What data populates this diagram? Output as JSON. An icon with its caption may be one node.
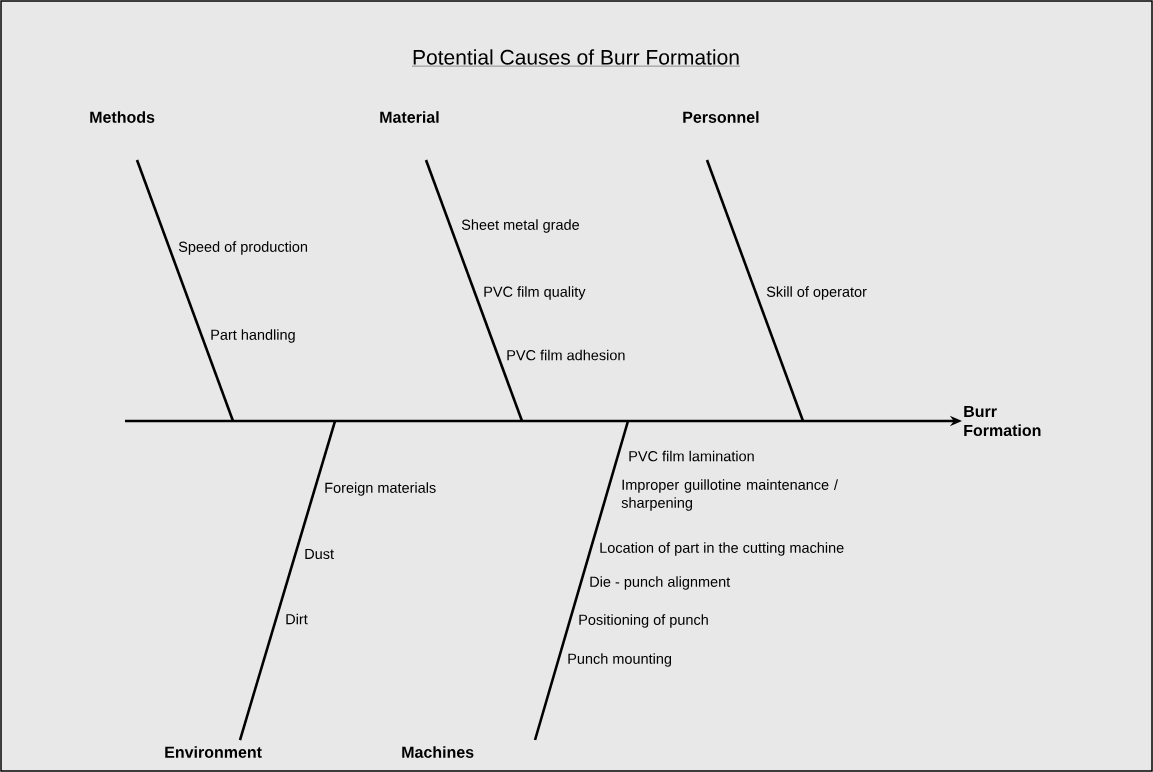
{
  "diagram": {
    "title": "Potential Causes of Burr Formation",
    "nodes": [
      {
        "text": [
          "Methods"
        ]
      },
      {
        "text": [
          "Material"
        ]
      },
      {
        "text": [
          "Personnel"
        ]
      },
      {
        "text": [
          "Burr Formation"
        ]
      },
      {
        "text": [
          "Environment"
        ]
      },
      {
        "text": [
          "Machines"
        ]
      }
    ],
    "edges": [
      {
        "from": null,
        "to": 3,
        "arrow": "to"
      },
      {
        "from": 0,
        "to": null,
        "arrow": "none"
      },
      {
        "from": 1,
        "to": null,
        "arrow": "none"
      },
      {
        "from": 2,
        "to": null,
        "arrow": "none"
      },
      {
        "from": 4,
        "to": null,
        "arrow": "none"
      },
      {
        "from": 5,
        "to": null,
        "arrow": "none"
      }
    ],
    "labels": [
      "Speed of production",
      "Part handling",
      "Sheet metal grade",
      "PVC film quality",
      "PVC film adhesion",
      "Skill of operator",
      "PVC film lamination",
      "Improper guillotine maintenance / sharpening",
      "Foreign materials",
      "Location of part in the cutting machine",
      "Dust",
      "Die - punch alignment",
      "Positioning of punch",
      "Dirt",
      "Punch mounting"
    ]
  }
}
